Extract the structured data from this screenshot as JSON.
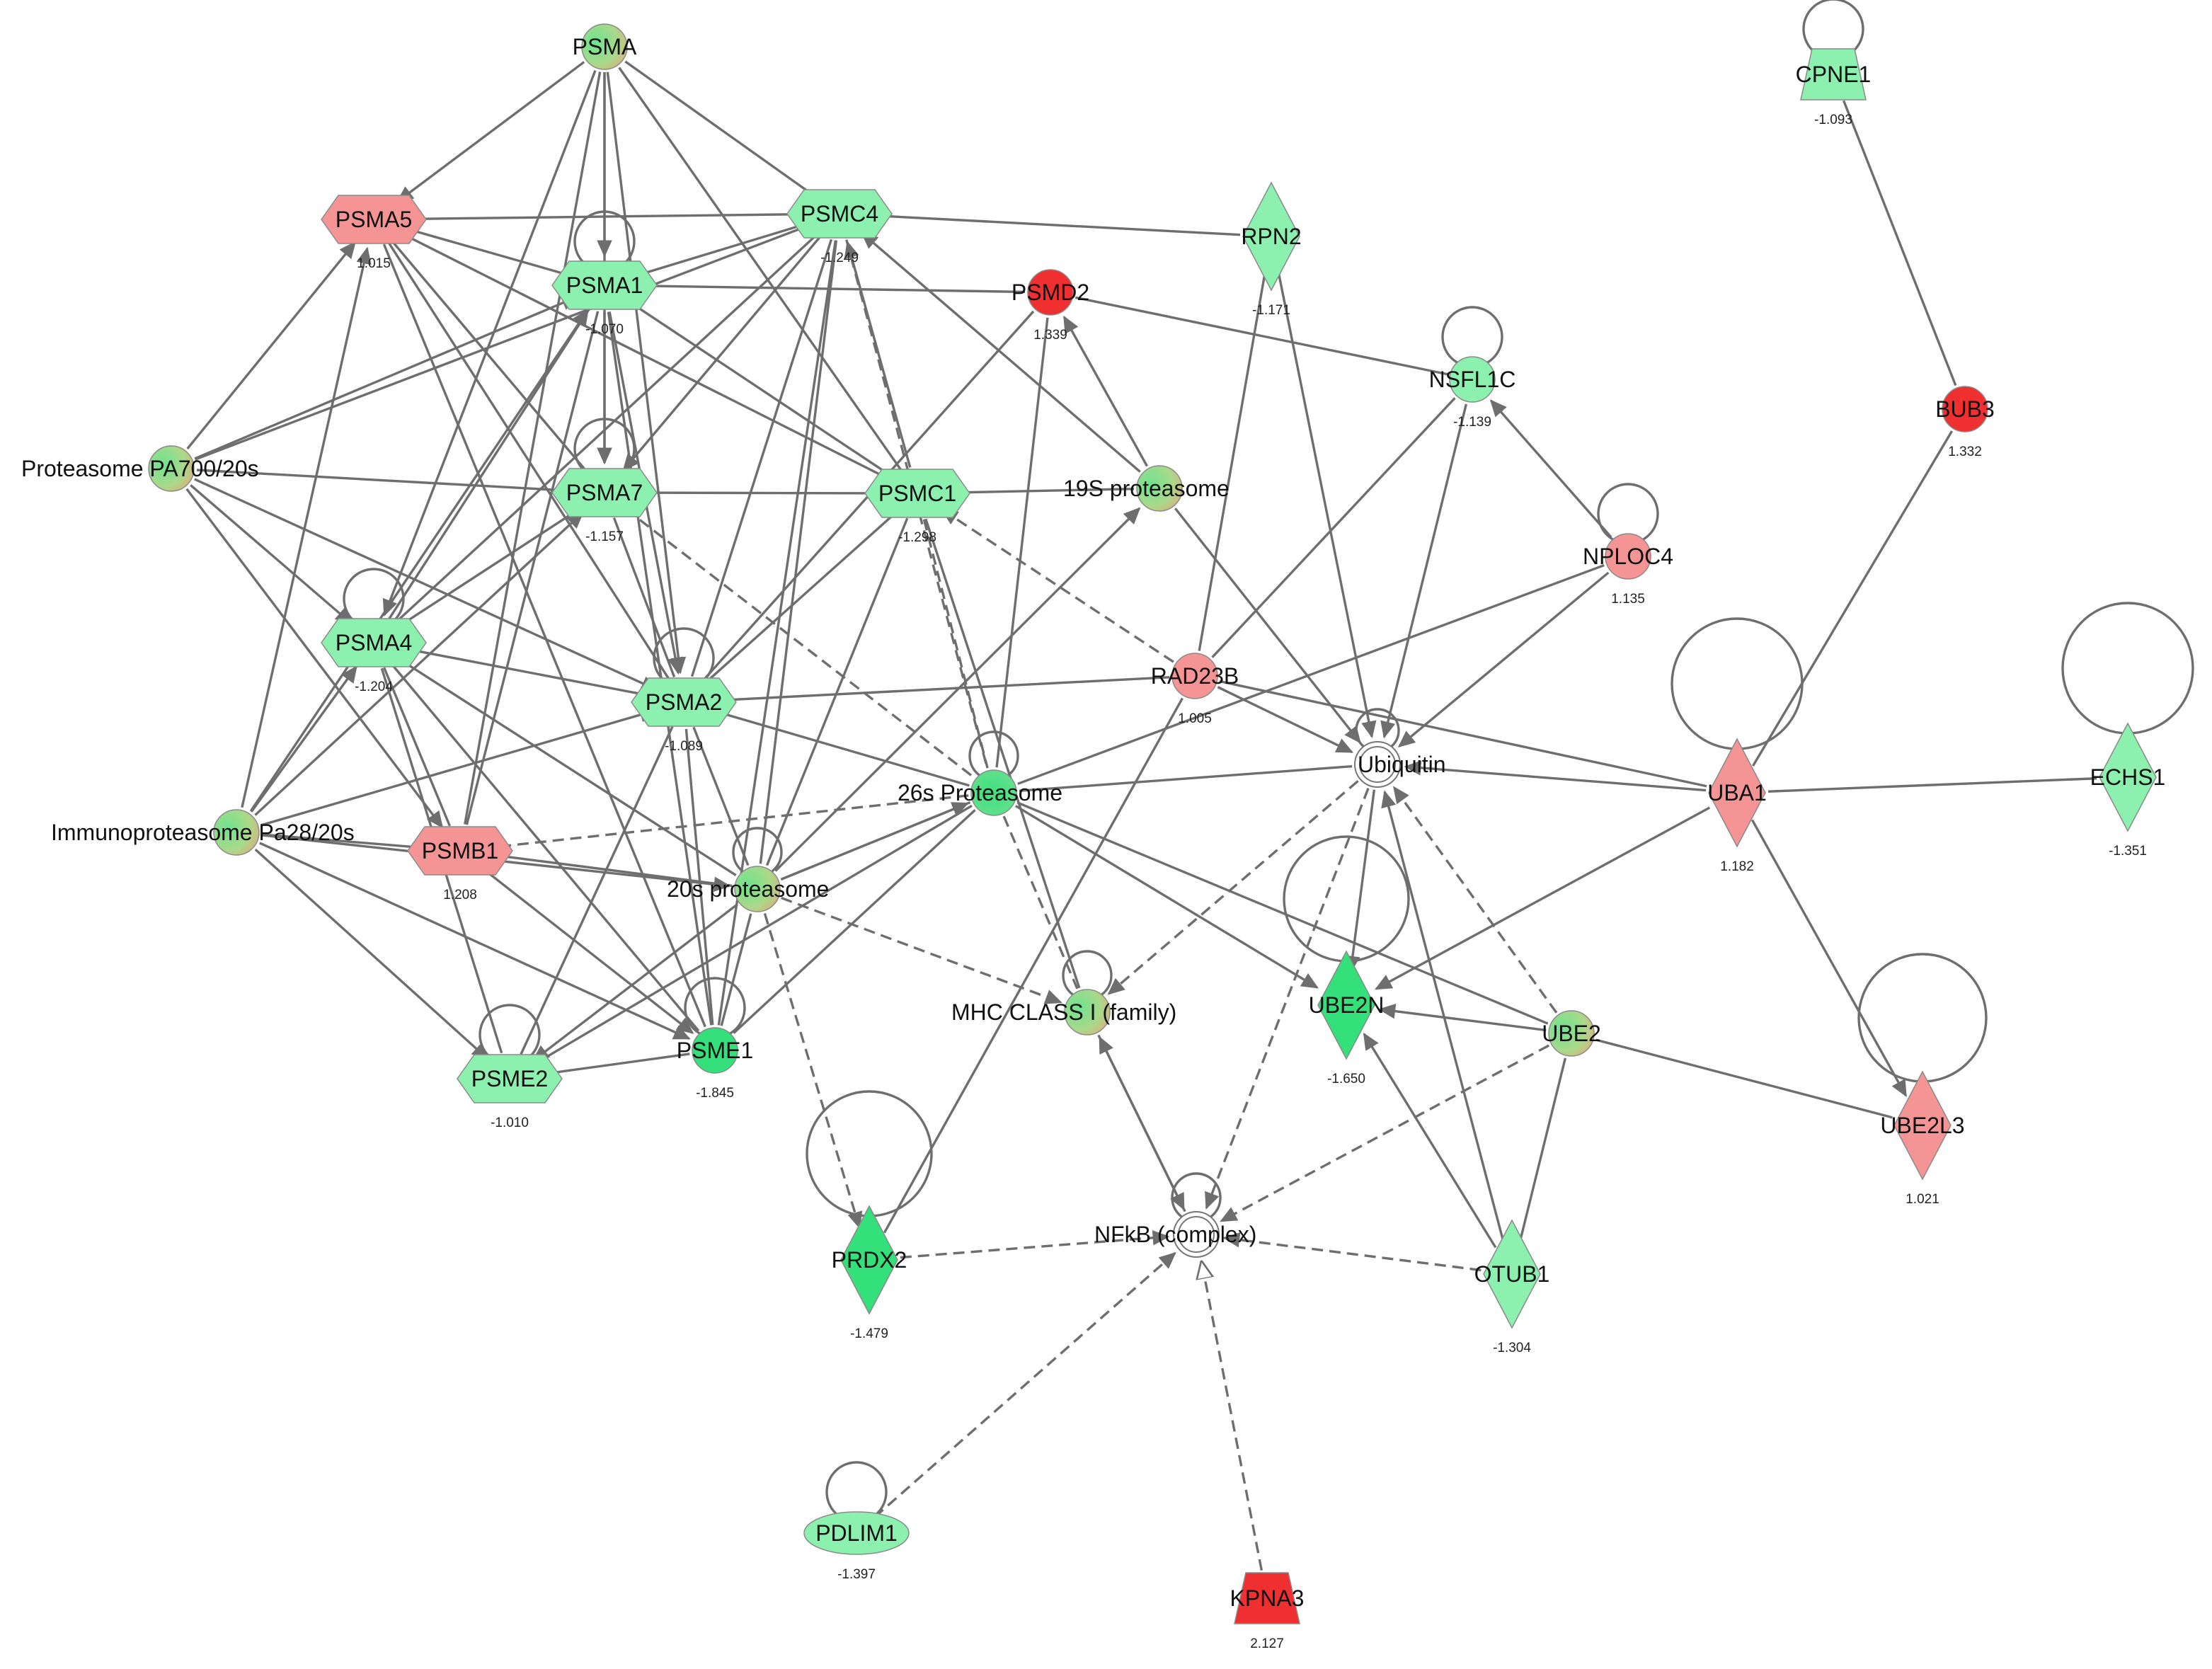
{
  "colors": {
    "up_strong": "#f03030",
    "up": "#f49494",
    "down_strong": "#33e07a",
    "down": "#8cf0ae",
    "mixed_a": "#7fe39a",
    "mixed_b": "#f0a07a",
    "neutral": "#ffffff",
    "edge": "#6e6e6e"
  },
  "nodes": [
    {
      "id": "PSMA",
      "label": "PSMA",
      "value": "",
      "shape": "circle",
      "color": "mixed"
    },
    {
      "id": "PSMA5",
      "label": "PSMA5",
      "value": "1.015",
      "shape": "hexagon",
      "color": "up"
    },
    {
      "id": "PSMC4",
      "label": "PSMC4",
      "value": "-1.249",
      "shape": "hexagon",
      "color": "down"
    },
    {
      "id": "PSMA1",
      "label": "PSMA1",
      "value": "-1.070",
      "shape": "hexagon",
      "color": "down"
    },
    {
      "id": "RPN2",
      "label": "RPN2",
      "value": "-1.171",
      "shape": "diamond",
      "color": "down"
    },
    {
      "id": "PSMD2",
      "label": "PSMD2",
      "value": "1.339",
      "shape": "circle",
      "color": "up_strong"
    },
    {
      "id": "NSFL1C",
      "label": "NSFL1C",
      "value": "-1.139",
      "shape": "circle",
      "color": "down"
    },
    {
      "id": "CPNE1",
      "label": "CPNE1",
      "value": "-1.093",
      "shape": "trapezoid",
      "color": "down"
    },
    {
      "id": "BUB3",
      "label": "BUB3",
      "value": "1.332",
      "shape": "circle",
      "color": "up_strong"
    },
    {
      "id": "PPA700",
      "label": "Proteasome PA700/20s",
      "value": "",
      "shape": "circle",
      "color": "mixed"
    },
    {
      "id": "PSMA7",
      "label": "PSMA7",
      "value": "-1.157",
      "shape": "hexagon",
      "color": "down"
    },
    {
      "id": "PSMC1",
      "label": "PSMC1",
      "value": "-1.298",
      "shape": "hexagon",
      "color": "down"
    },
    {
      "id": "S19",
      "label": "19S proteasome",
      "value": "",
      "shape": "circle",
      "color": "mixed"
    },
    {
      "id": "NPLOC4",
      "label": "NPLOC4",
      "value": "1.135",
      "shape": "circle",
      "color": "up"
    },
    {
      "id": "PSMA4",
      "label": "PSMA4",
      "value": "-1.204",
      "shape": "hexagon",
      "color": "down"
    },
    {
      "id": "PSMA2",
      "label": "PSMA2",
      "value": "-1.089",
      "shape": "hexagon",
      "color": "down"
    },
    {
      "id": "RAD23B",
      "label": "RAD23B",
      "value": "1.005",
      "shape": "circle",
      "color": "up"
    },
    {
      "id": "UBQ",
      "label": "Ubiquitin",
      "value": "",
      "shape": "circle",
      "color": "neutral"
    },
    {
      "id": "UBA1",
      "label": "UBA1",
      "value": "1.182",
      "shape": "diamond",
      "color": "up"
    },
    {
      "id": "ECHS1",
      "label": "ECHS1",
      "value": "-1.351",
      "shape": "diamond",
      "color": "down"
    },
    {
      "id": "IMMUNO",
      "label": "Immunoproteasome Pa28/20s",
      "value": "",
      "shape": "circle",
      "color": "mixed"
    },
    {
      "id": "PSMB1",
      "label": "PSMB1",
      "value": "1.208",
      "shape": "hexagon",
      "color": "up"
    },
    {
      "id": "S26",
      "label": "26s Proteasome",
      "value": "",
      "shape": "circle",
      "color": "mixed_green"
    },
    {
      "id": "S20",
      "label": "20s proteasome",
      "value": "",
      "shape": "circle",
      "color": "mixed"
    },
    {
      "id": "MHC",
      "label": "MHC CLASS I (family)",
      "value": "",
      "shape": "circle",
      "color": "mixed"
    },
    {
      "id": "UBE2N",
      "label": "UBE2N",
      "value": "-1.650",
      "shape": "diamond",
      "color": "down_strong"
    },
    {
      "id": "UBE2",
      "label": "UBE2",
      "value": "",
      "shape": "circle",
      "color": "mixed"
    },
    {
      "id": "UBE2L3",
      "label": "UBE2L3",
      "value": "1.021",
      "shape": "diamond",
      "color": "up"
    },
    {
      "id": "PSME2",
      "label": "PSME2",
      "value": "-1.010",
      "shape": "hexagon",
      "color": "down"
    },
    {
      "id": "PSME1",
      "label": "PSME1",
      "value": "-1.845",
      "shape": "circle",
      "color": "down_strong"
    },
    {
      "id": "PRDX2",
      "label": "PRDX2",
      "value": "-1.479",
      "shape": "diamond",
      "color": "down_strong"
    },
    {
      "id": "NFKB",
      "label": "NFkB (complex)",
      "value": "",
      "shape": "circle",
      "color": "neutral"
    },
    {
      "id": "OTUB1",
      "label": "OTUB1",
      "value": "-1.304",
      "shape": "diamond",
      "color": "down"
    },
    {
      "id": "PDLIM1",
      "label": "PDLIM1",
      "value": "-1.397",
      "shape": "ellipse",
      "color": "down"
    },
    {
      "id": "KPNA3",
      "label": "KPNA3",
      "value": "2.127",
      "shape": "trapezoid",
      "color": "up_strong"
    }
  ],
  "edges": [
    [
      "PSMA",
      "PSMA5",
      "arrow",
      "solid"
    ],
    [
      "PSMA",
      "PSMA1",
      "arrow",
      "solid"
    ],
    [
      "PSMA",
      "PSMA7",
      "arrow",
      "solid"
    ],
    [
      "PSMA",
      "PSMA2",
      "arrow",
      "solid"
    ],
    [
      "PSMA",
      "PSMA4",
      "arrow",
      "solid"
    ],
    [
      "PSMA",
      "PSMC4",
      "line",
      "solid"
    ],
    [
      "PSMA",
      "PSMC1",
      "line",
      "solid"
    ],
    [
      "PSMA",
      "PSMB1",
      "line",
      "solid"
    ],
    [
      "PSMA5",
      "PSMC4",
      "line",
      "solid"
    ],
    [
      "PSMA5",
      "PSMA1",
      "line",
      "solid"
    ],
    [
      "PSMA5",
      "PSMA2",
      "line",
      "solid"
    ],
    [
      "PSMA5",
      "PSMC1",
      "line",
      "solid"
    ],
    [
      "PSMA5",
      "PSME1",
      "line",
      "solid"
    ],
    [
      "PSMA5",
      "PSMA7",
      "line",
      "solid"
    ],
    [
      "PSMC4",
      "RPN2",
      "line",
      "solid"
    ],
    [
      "PSMC4",
      "PSMA1",
      "line",
      "solid"
    ],
    [
      "PSMC4",
      "PSMA7",
      "arrow",
      "solid"
    ],
    [
      "PSMC4",
      "PSMA4",
      "line",
      "solid"
    ],
    [
      "PSMC4",
      "PSMA2",
      "line",
      "solid"
    ],
    [
      "PSMC4",
      "S20",
      "line",
      "solid"
    ],
    [
      "PSMC4",
      "PSME1",
      "line",
      "solid"
    ],
    [
      "PSMC4",
      "S26",
      "line",
      "dashed"
    ],
    [
      "PSMA1",
      "PSMD2",
      "line",
      "solid"
    ],
    [
      "PSMA1",
      "PSMA7",
      "arrow",
      "solid"
    ],
    [
      "PSMA1",
      "PSMA2",
      "arrow",
      "solid"
    ],
    [
      "PSMA1",
      "PSMA4",
      "line",
      "solid"
    ],
    [
      "PSMA1",
      "PSMC1",
      "line",
      "solid"
    ],
    [
      "PSMA1",
      "PSMB1",
      "line",
      "solid"
    ],
    [
      "PSMA1",
      "PSME1",
      "line",
      "solid"
    ],
    [
      "PSMD2",
      "NSFL1C",
      "line",
      "solid"
    ],
    [
      "PSMD2",
      "PSMA2",
      "line",
      "solid"
    ],
    [
      "PSMD2",
      "S26",
      "line",
      "solid"
    ],
    [
      "NSFL1C",
      "UBQ",
      "arrow",
      "solid"
    ],
    [
      "NSFL1C",
      "RAD23B",
      "line",
      "solid"
    ],
    [
      "NPLOC4",
      "NSFL1C",
      "arrow",
      "solid"
    ],
    [
      "NPLOC4",
      "UBQ",
      "arrow",
      "solid"
    ],
    [
      "NPLOC4",
      "S26",
      "line",
      "solid"
    ],
    [
      "RPN2",
      "RAD23B",
      "line",
      "solid"
    ],
    [
      "RPN2",
      "UBQ",
      "arrow",
      "solid"
    ],
    [
      "CPNE1",
      "BUB3",
      "line",
      "solid"
    ],
    [
      "BUB3",
      "UBA1",
      "line",
      "solid"
    ],
    [
      "PPA700",
      "PSMA5",
      "arrow",
      "solid"
    ],
    [
      "PPA700",
      "PSMA7",
      "arrow",
      "solid"
    ],
    [
      "PPA700",
      "PSMA1",
      "arrow",
      "solid"
    ],
    [
      "PPA700",
      "PSMA4",
      "arrow",
      "solid"
    ],
    [
      "PPA700",
      "PSMA2",
      "arrow",
      "solid"
    ],
    [
      "PPA700",
      "PSMB1",
      "arrow",
      "solid"
    ],
    [
      "PPA700",
      "PSMC4",
      "line",
      "solid"
    ],
    [
      "PSMC1",
      "PSMA7",
      "arrow",
      "solid"
    ],
    [
      "PSMC1",
      "PSMC4",
      "arrow",
      "solid"
    ],
    [
      "PSMC1",
      "PSMA2",
      "line",
      "solid"
    ],
    [
      "PSMC1",
      "S20",
      "line",
      "solid"
    ],
    [
      "PSMC1",
      "S26",
      "line",
      "dashed"
    ],
    [
      "PSMC1",
      "MHC",
      "line",
      "solid"
    ],
    [
      "S19",
      "PSMC1",
      "arrow",
      "solid"
    ],
    [
      "S19",
      "PSMD2",
      "arrow",
      "solid"
    ],
    [
      "S19",
      "PSMC4",
      "arrow",
      "solid"
    ],
    [
      "S19",
      "UBQ",
      "arrow",
      "solid"
    ],
    [
      "RAD23B",
      "PSMC1",
      "arrow",
      "dashed"
    ],
    [
      "RAD23B",
      "PSMA2",
      "arrow",
      "solid"
    ],
    [
      "RAD23B",
      "UBQ",
      "arrow",
      "solid"
    ],
    [
      "RAD23B",
      "PRDX2",
      "line",
      "solid"
    ],
    [
      "PSMA7",
      "PSMA4",
      "line",
      "solid"
    ],
    [
      "PSMA7",
      "PSMA2",
      "line",
      "solid"
    ],
    [
      "PSMA7",
      "S26",
      "line",
      "dashed"
    ],
    [
      "PSMA4",
      "PSMA2",
      "arrow",
      "solid"
    ],
    [
      "PSMA4",
      "PSMB1",
      "line",
      "solid"
    ],
    [
      "PSMA4",
      "S20",
      "line",
      "solid"
    ],
    [
      "PSMA4",
      "PSME1",
      "line",
      "solid"
    ],
    [
      "PSMA4",
      "PSME2",
      "line",
      "solid"
    ],
    [
      "PSMA2",
      "PSME1",
      "line",
      "solid"
    ],
    [
      "PSMA2",
      "S20",
      "line",
      "solid"
    ],
    [
      "PSMA2",
      "PSME2",
      "line",
      "solid"
    ],
    [
      "PSMA2",
      "S26",
      "line",
      "solid"
    ],
    [
      "UBA1",
      "UBQ",
      "arrow",
      "solid"
    ],
    [
      "UBA1",
      "RAD23B",
      "line",
      "solid"
    ],
    [
      "UBA1",
      "ECHS1",
      "line",
      "solid"
    ],
    [
      "UBA1",
      "UBE2N",
      "arrow",
      "solid"
    ],
    [
      "UBA1",
      "UBE2L3",
      "arrow",
      "solid"
    ],
    [
      "UBQ",
      "S26",
      "line",
      "solid"
    ],
    [
      "UBQ",
      "NFKB",
      "arrow",
      "dashed"
    ],
    [
      "UBQ",
      "MHC",
      "arrow",
      "dashed"
    ],
    [
      "UBQ",
      "UBE2N",
      "arrow",
      "solid"
    ],
    [
      "IMMUNO",
      "PSMA5",
      "arrow",
      "solid"
    ],
    [
      "IMMUNO",
      "PSMA1",
      "arrow",
      "solid"
    ],
    [
      "IMMUNO",
      "PSMA7",
      "arrow",
      "solid"
    ],
    [
      "IMMUNO",
      "PSMA4",
      "arrow",
      "solid"
    ],
    [
      "IMMUNO",
      "PSMA2",
      "arrow",
      "solid"
    ],
    [
      "IMMUNO",
      "PSMB1",
      "arrow",
      "solid"
    ],
    [
      "IMMUNO",
      "PSME2",
      "arrow",
      "solid"
    ],
    [
      "IMMUNO",
      "PSME1",
      "arrow",
      "solid"
    ],
    [
      "IMMUNO",
      "S20",
      "arrow",
      "solid"
    ],
    [
      "S26",
      "PSMB1",
      "arrow",
      "dashed"
    ],
    [
      "S26",
      "S20",
      "line",
      "solid"
    ],
    [
      "S26",
      "PSME1",
      "line",
      "solid"
    ],
    [
      "S26",
      "PSME2",
      "line",
      "solid"
    ],
    [
      "S26",
      "MHC",
      "line",
      "dashed"
    ],
    [
      "S26",
      "UBE2N",
      "arrow",
      "solid"
    ],
    [
      "S26",
      "UBE2",
      "line",
      "solid"
    ],
    [
      "S20",
      "PSMB1",
      "arrow",
      "solid"
    ],
    [
      "S20",
      "PSME1",
      "line",
      "solid"
    ],
    [
      "S20",
      "PSME2",
      "arrow",
      "solid"
    ],
    [
      "S20",
      "PRDX2",
      "arrow",
      "dashed"
    ],
    [
      "S20",
      "MHC",
      "arrow",
      "dashed"
    ],
    [
      "S20",
      "S19",
      "arrow",
      "solid"
    ],
    [
      "S20",
      "S26",
      "arrow",
      "solid"
    ],
    [
      "MHC",
      "NFKB",
      "arrow",
      "solid"
    ],
    [
      "NFKB",
      "MHC",
      "arrow",
      "solid"
    ],
    [
      "PRDX2",
      "NFKB",
      "arrow",
      "dashed"
    ],
    [
      "PSME2",
      "PSME1",
      "line",
      "solid"
    ],
    [
      "PSMB1",
      "PSME1",
      "arrow",
      "solid"
    ],
    [
      "UBE2",
      "UBE2N",
      "arrow",
      "solid"
    ],
    [
      "UBE2",
      "NFKB",
      "arrow",
      "dashed"
    ],
    [
      "UBE2",
      "UBE2L3",
      "line",
      "solid"
    ],
    [
      "UBE2",
      "OTUB1",
      "line",
      "solid"
    ],
    [
      "UBE2",
      "UBQ",
      "arrow",
      "dashed"
    ],
    [
      "OTUB1",
      "NFKB",
      "arrow",
      "dashed"
    ],
    [
      "OTUB1",
      "UBE2N",
      "arrow",
      "solid"
    ],
    [
      "OTUB1",
      "UBQ",
      "arrow",
      "solid"
    ],
    [
      "PDLIM1",
      "NFKB",
      "arrow",
      "dashed"
    ],
    [
      "KPNA3",
      "NFKB",
      "open",
      "dashed"
    ]
  ],
  "self_loops": [
    "PSMA1",
    "PSMA7",
    "PSMA4",
    "PSMA2",
    "S26",
    "S20",
    "MHC",
    "NSFL1C",
    "NPLOC4",
    "CPNE1",
    "UBA1",
    "ECHS1",
    "UBE2N",
    "UBE2L3",
    "PSME2",
    "PSME1",
    "PRDX2",
    "NFKB",
    "UBQ",
    "PDLIM1"
  ]
}
